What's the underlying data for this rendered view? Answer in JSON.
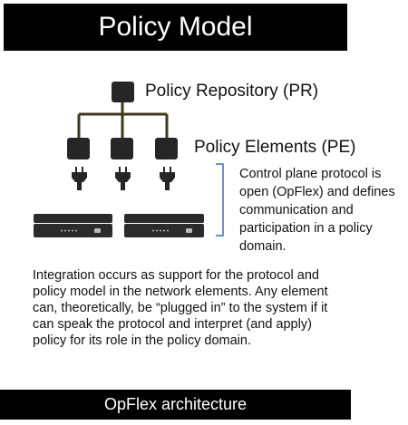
{
  "title": "Policy Model",
  "repository_label": "Policy Repository (PR)",
  "elements_label": "Policy Elements (PE)",
  "control_plane_text": "Control plane protocol is open (OpFlex) and defines communication and participation in a policy domain.",
  "integration_text": "Integration occurs as support for the protocol and policy model in the network elements.  Any element can, theoretically, be “plugged in” to the system if it can speak the protocol and interpret (and apply) policy for its role in the policy domain.",
  "footer": "OpFlex architecture",
  "colors": {
    "bar": "#000000",
    "connector": "#3d3a1c",
    "node": "#262626",
    "bracket": "#3a6fb0"
  },
  "icons": [
    "repository-node-icon",
    "element-node-icon",
    "plug-icon",
    "server-icon"
  ]
}
